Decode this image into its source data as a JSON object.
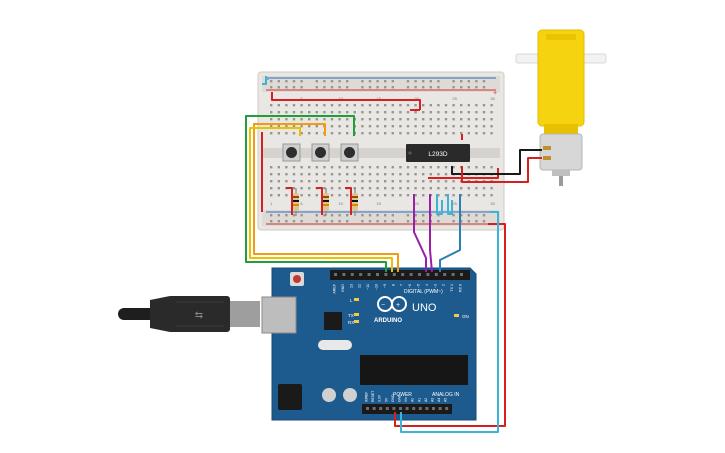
{
  "breadboard": {
    "row_numbers": [
      "1",
      "5",
      "10",
      "15",
      "20",
      "25",
      "30"
    ],
    "rail_plus": "+",
    "rail_minus": "−"
  },
  "chip": {
    "label": "L293D"
  },
  "arduino": {
    "brand_label": "ARDUINO",
    "model_label": "UNO",
    "digital_label": "DIGITAL (PWM~)",
    "power_label": "POWER",
    "analog_label": "ANALOG IN",
    "led_l": "L",
    "led_tx": "TX",
    "led_rx": "RX",
    "led_on": "ON",
    "pin_labels_top": [
      "AREF",
      "GND",
      "13",
      "12",
      "~11",
      "~10",
      "~9",
      "8",
      "7",
      "~6",
      "~5",
      "4",
      "~3",
      "2",
      "TX 1",
      "RX 0"
    ],
    "pin_labels_bottom": [
      "IOREF",
      "RESET",
      "3.3V",
      "5V",
      "GND",
      "GND",
      "Vin",
      "A0",
      "A1",
      "A2",
      "A3",
      "A4",
      "A5"
    ]
  },
  "colors": {
    "wire_red": "#d62020",
    "wire_orange": "#f39c12",
    "wire_yellow": "#e8c200",
    "wire_green": "#1f9e3a",
    "wire_purple": "#9b1fa8",
    "wire_cyan": "#3cb4d8",
    "wire_blue": "#2a7fb5",
    "wire_black": "#1a1a1a",
    "board_blue": "#1d5b8f",
    "motor_yellow": "#f5d40f"
  }
}
